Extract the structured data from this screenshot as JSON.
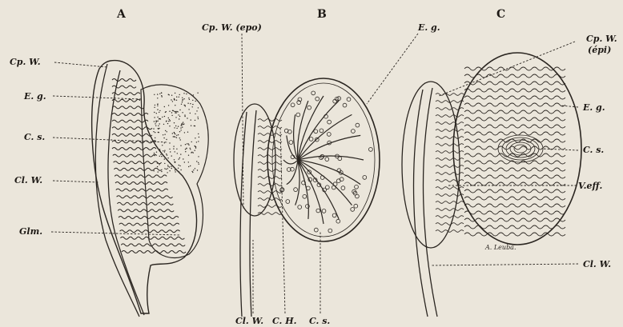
{
  "figure": {
    "panels": [
      {
        "title": "A",
        "labels": [
          "Cp. W.",
          "E. g.",
          "C. s.",
          "Cl. W.",
          "Glm."
        ]
      },
      {
        "title": "B",
        "labels": [
          "Cp. W. (epo)",
          "E. g.",
          "Cl. W.",
          "C. H.",
          "C. s."
        ]
      },
      {
        "title": "C",
        "labels": [
          "Cp. W.",
          "(épi)",
          "E. g.",
          "C. s.",
          "V.eff.",
          "Cl. W."
        ],
        "signature": "A. Leuba."
      }
    ]
  },
  "colors": {
    "paper": "#ebe6db",
    "ink": "#2a2520"
  }
}
